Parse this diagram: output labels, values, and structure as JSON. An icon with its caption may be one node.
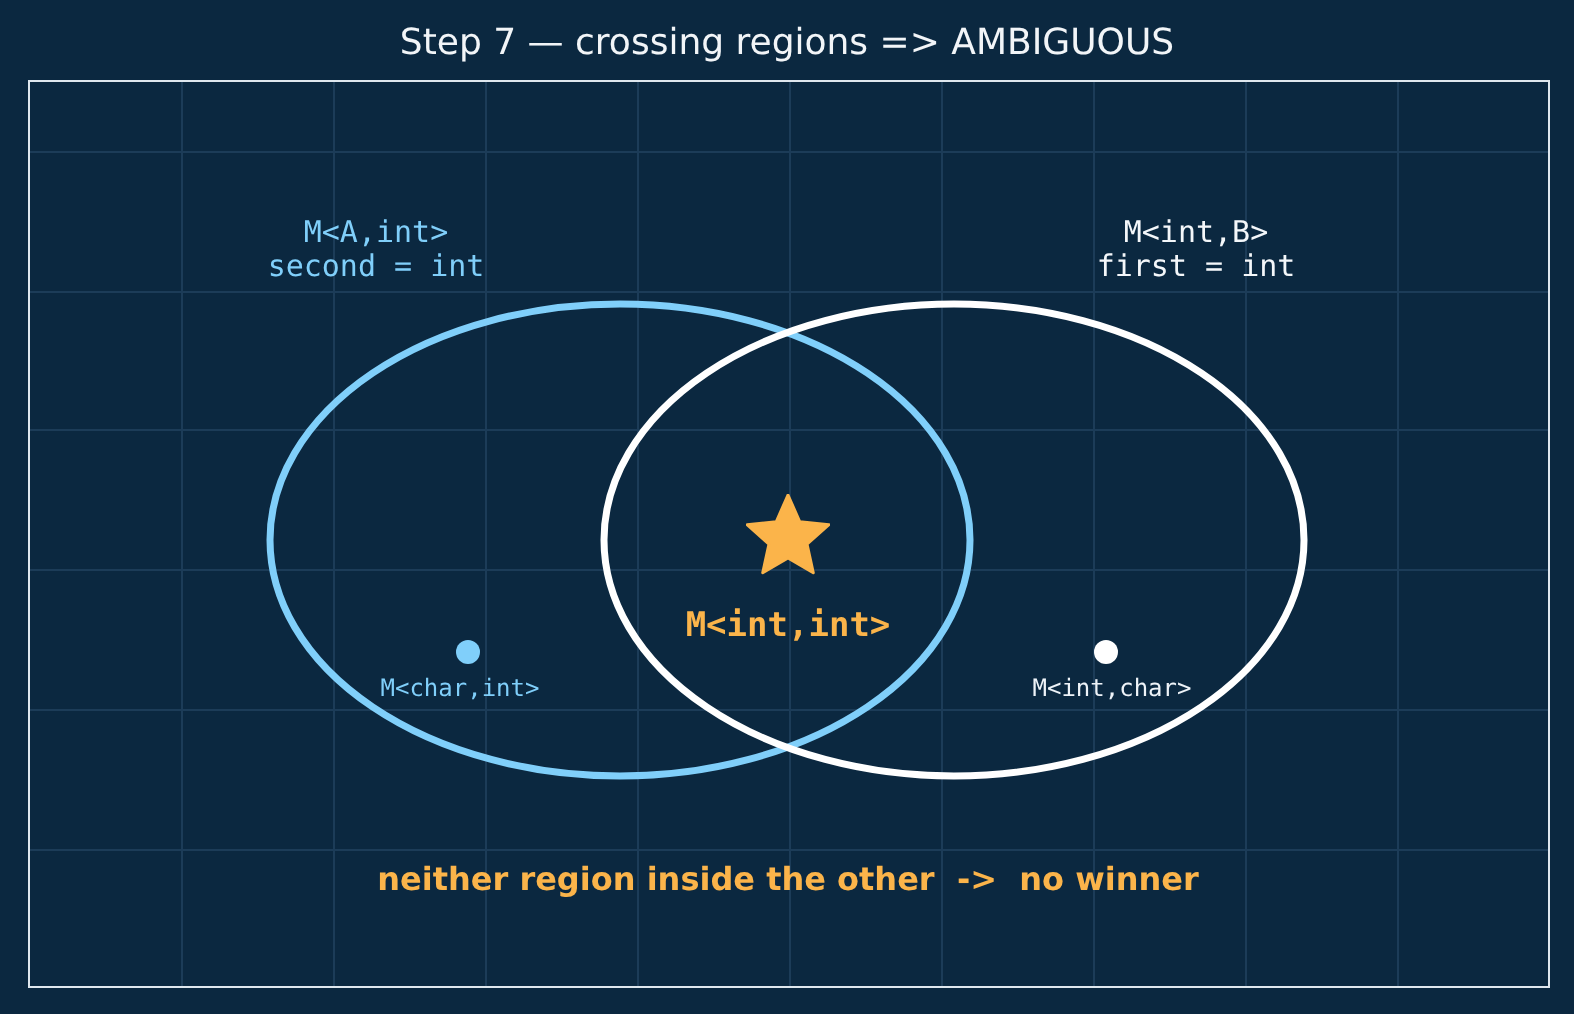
{
  "diagram": {
    "title": "Step 7 — crossing regions => AMBIGUOUS",
    "nodes": [
      {
        "text": [
          "M<A,int>",
          "second = int"
        ]
      },
      {
        "text": [
          "M<int,B>",
          "first = int"
        ]
      }
    ],
    "labels": [
      "M<int,int>",
      "M<char,int>",
      "M<int,char>",
      "neither region inside the other  ->  no winner"
    ]
  }
}
